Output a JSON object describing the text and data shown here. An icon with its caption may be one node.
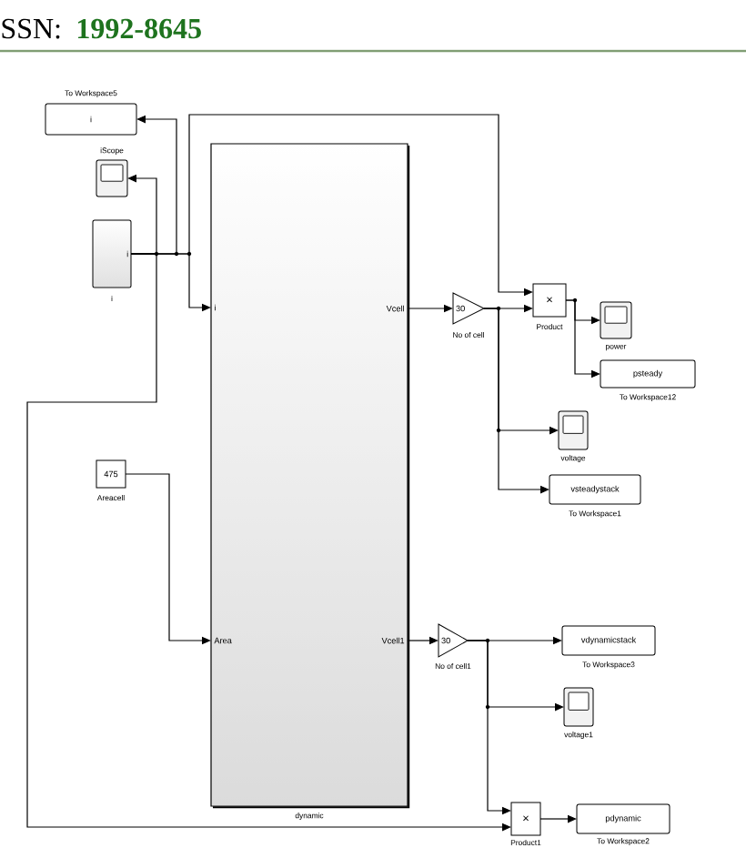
{
  "diagram": {
    "nodes": [
      {
        "text": [
          "i"
        ],
        "beside": [
          "To Workspace5"
        ]
      },
      {
        "text": [],
        "shape": "box",
        "beside": [
          "iScope"
        ]
      },
      {
        "text": [
          "i"
        ],
        "beside": [
          "i"
        ]
      },
      {
        "text": [
          "i",
          "Area",
          "Vcell",
          "Vcell1"
        ],
        "beside": [
          "dynamic"
        ]
      },
      {
        "text": [
          "475"
        ],
        "beside": [
          "Areacell"
        ]
      },
      {
        "text": [
          "30"
        ],
        "beside": [
          "No of cell"
        ]
      },
      {
        "text": [
          "×"
        ],
        "beside": [
          "Product"
        ]
      },
      {
        "text": [],
        "shape": "box",
        "beside": [
          "power"
        ]
      },
      {
        "text": [
          "psteady"
        ],
        "beside": [
          "To Workspace12"
        ]
      },
      {
        "text": [],
        "shape": "box",
        "beside": [
          "voltage"
        ]
      },
      {
        "text": [
          "vsteadystack"
        ],
        "beside": [
          "To Workspace1"
        ]
      },
      {
        "text": [
          "30"
        ],
        "beside": [
          "No of cell1"
        ]
      },
      {
        "text": [
          "vdynamicstack"
        ],
        "beside": [
          "To Workspace3"
        ]
      },
      {
        "text": [],
        "shape": "box",
        "beside": [
          "voltage1"
        ]
      },
      {
        "text": [
          "×"
        ],
        "beside": [
          "Product1"
        ]
      },
      {
        "text": [
          "pdynamic"
        ],
        "beside": [
          "To Workspace2"
        ]
      }
    ],
    "edges": [
      {
        "from": 2,
        "to": 1,
        "arrow": "to"
      },
      {
        "from": 2,
        "to": 0,
        "arrow": "to"
      },
      {
        "from": 2,
        "to": 6,
        "arrow": "to"
      },
      {
        "from": 2,
        "to": 3,
        "arrow": "to"
      },
      {
        "from": 2,
        "to": 14,
        "arrow": "to"
      },
      {
        "from": 4,
        "to": 3,
        "arrow": "to"
      },
      {
        "from": 3,
        "to": 5,
        "arrow": "to"
      },
      {
        "from": 5,
        "to": 6,
        "arrow": "to"
      },
      {
        "from": 5,
        "to": 9,
        "arrow": "to"
      },
      {
        "from": 5,
        "to": 10,
        "arrow": "to"
      },
      {
        "from": 6,
        "to": 7,
        "arrow": "to"
      },
      {
        "from": 6,
        "to": 8,
        "arrow": "to"
      },
      {
        "from": 3,
        "to": 11,
        "arrow": "to"
      },
      {
        "from": 11,
        "to": 12,
        "arrow": "to"
      },
      {
        "from": 11,
        "to": 13,
        "arrow": "to"
      },
      {
        "from": 11,
        "to": 14,
        "arrow": "to"
      },
      {
        "from": 14,
        "to": 15,
        "arrow": "to"
      }
    ],
    "labels": [
      "SSN:",
      "1992-8645"
    ]
  }
}
